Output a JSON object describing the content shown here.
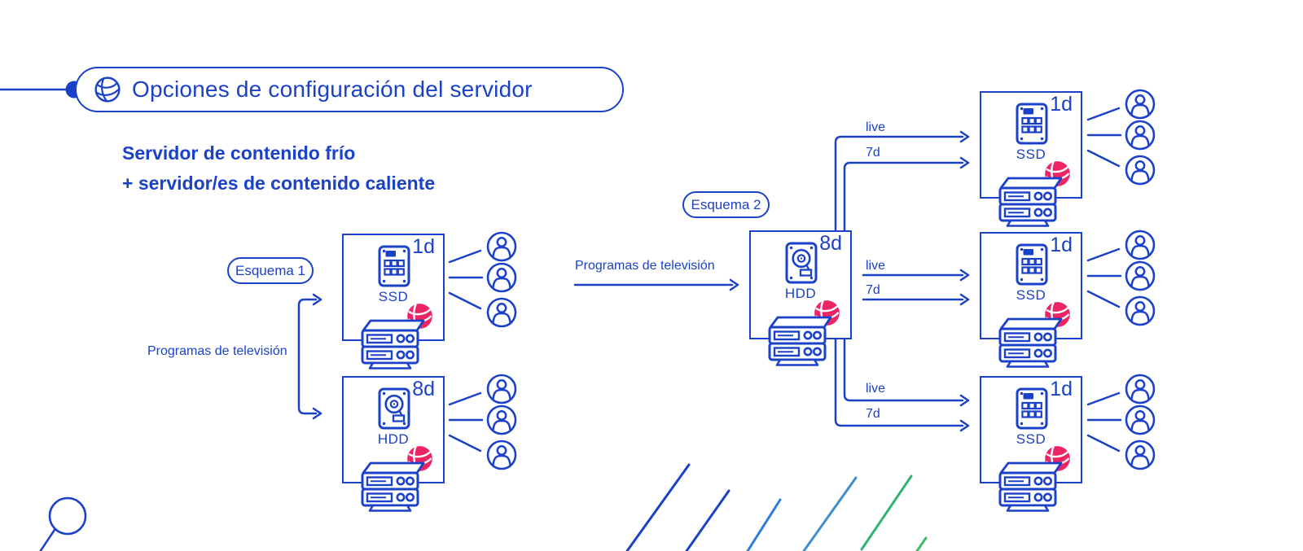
{
  "colors": {
    "primary_blue": "#1B41C8",
    "accent_pink": "#ED2564",
    "diagonal_blue": "#1B41C8",
    "diagonal_mid_blue": "#2E7CE0",
    "diagonal_steel_blue": "#3E8ED0",
    "diagonal_green": "#2FB377",
    "diagonal_green_bright": "#3CBE62"
  },
  "header": {
    "title": "Opciones de configuración del servidor"
  },
  "subtitle": {
    "line1": "Servidor de contenido frío",
    "line2": "+ servidor/es de contenido caliente"
  },
  "scheme1": {
    "badge": "Esquema 1",
    "source_label": "Programas de televisión",
    "servers": [
      {
        "storage": "SSD",
        "retention": "1d"
      },
      {
        "storage": "HDD",
        "retention": "8d"
      }
    ]
  },
  "scheme2": {
    "badge": "Esquema 2",
    "source_label": "Programas de televisión",
    "origin": {
      "storage": "HDD",
      "retention": "8d"
    },
    "links": [
      {
        "live": "live",
        "delayed": "7d"
      },
      {
        "live": "live",
        "delayed": "7d"
      },
      {
        "live": "live",
        "delayed": "7d"
      }
    ],
    "servers": [
      {
        "storage": "SSD",
        "retention": "1d"
      },
      {
        "storage": "SSD",
        "retention": "1d"
      },
      {
        "storage": "SSD",
        "retention": "1d"
      }
    ]
  }
}
